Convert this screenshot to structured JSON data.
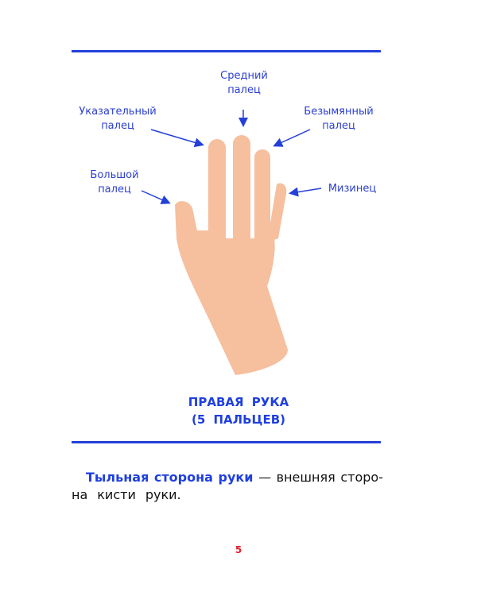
{
  "page": {
    "number": "5",
    "accent_color": "#2340d8",
    "page_number_color": "#e0202a"
  },
  "figure": {
    "skin_color": "#f6bf9e",
    "labels": {
      "middle": [
        "Средний",
        "палец"
      ],
      "index": [
        "Указательный",
        "палец"
      ],
      "ring": [
        "Безымянный",
        "палец"
      ],
      "thumb": [
        "Большой",
        "палец"
      ],
      "pinky": [
        "Мизинец"
      ]
    }
  },
  "caption": {
    "line1": "ПРАВАЯ РУКА",
    "line2": "(5 ПАЛЬЦЕВ)"
  },
  "definition": {
    "term_words": [
      "Тыльная",
      "сторона",
      "руки"
    ],
    "dash": "—",
    "rest_line1": [
      "внешняя",
      "сторо-"
    ],
    "rest_line2": [
      "на",
      "кисти",
      "руки."
    ]
  }
}
